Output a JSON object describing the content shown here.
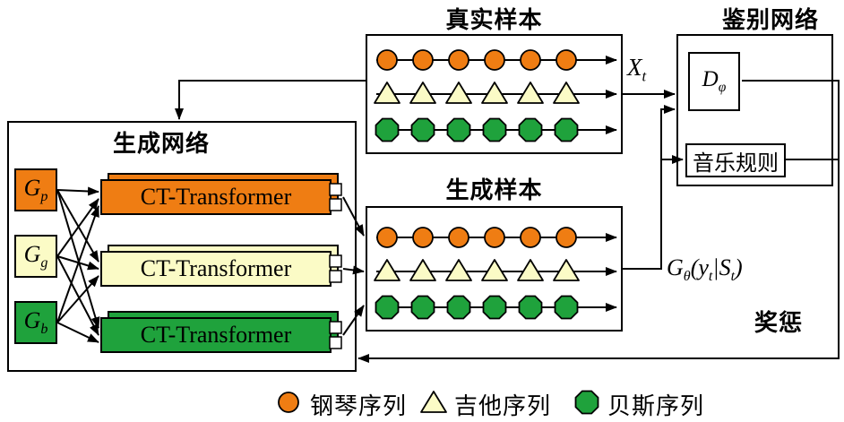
{
  "titles": {
    "real_samples": "真实样本",
    "generated_samples": "生成样本",
    "generator_network": "生成网络",
    "discriminator_network": "鉴别网络"
  },
  "discriminator": {
    "d_label": {
      "base": "D",
      "sub": "φ"
    },
    "music_rules": "音乐规则"
  },
  "generator": {
    "units": [
      {
        "base": "G",
        "sub": "p",
        "color": "#EF7D13"
      },
      {
        "base": "G",
        "sub": "g",
        "color": "#FBFBC6"
      },
      {
        "base": "G",
        "sub": "b",
        "color": "#1FA23C"
      }
    ],
    "transformers": [
      {
        "label": "CT-Transformer",
        "color": "#EF7D13"
      },
      {
        "label": "CT-Transformer",
        "color": "#FBFBC6"
      },
      {
        "label": "CT-Transformer",
        "color": "#1FA23C"
      }
    ]
  },
  "labels": {
    "x": {
      "base": "X",
      "sub": "t"
    },
    "g_output": {
      "g": "G",
      "g_sub": "θ",
      "open": "(",
      "y": "y",
      "y_sub": "t",
      "bar": "|",
      "s": "S",
      "s_sub": "t",
      "close": ")"
    },
    "reward": "奖惩"
  },
  "samples": {
    "rows": [
      {
        "shape": "circle",
        "count": 6,
        "color": "#EF7D13"
      },
      {
        "shape": "triangle",
        "count": 6,
        "color": "#FBFBC6"
      },
      {
        "shape": "octagon",
        "count": 6,
        "color": "#1FA23C"
      }
    ]
  },
  "legend": [
    {
      "shape": "circle",
      "label": "钢琴序列"
    },
    {
      "shape": "triangle",
      "label": "吉他序列"
    },
    {
      "shape": "octagon",
      "label": "贝斯序列"
    }
  ],
  "colors": {
    "orange": "#EF7D13",
    "yellow": "#FBFBC6",
    "green": "#1FA23C",
    "outline": "#000000",
    "background": "#FFFFFF"
  }
}
